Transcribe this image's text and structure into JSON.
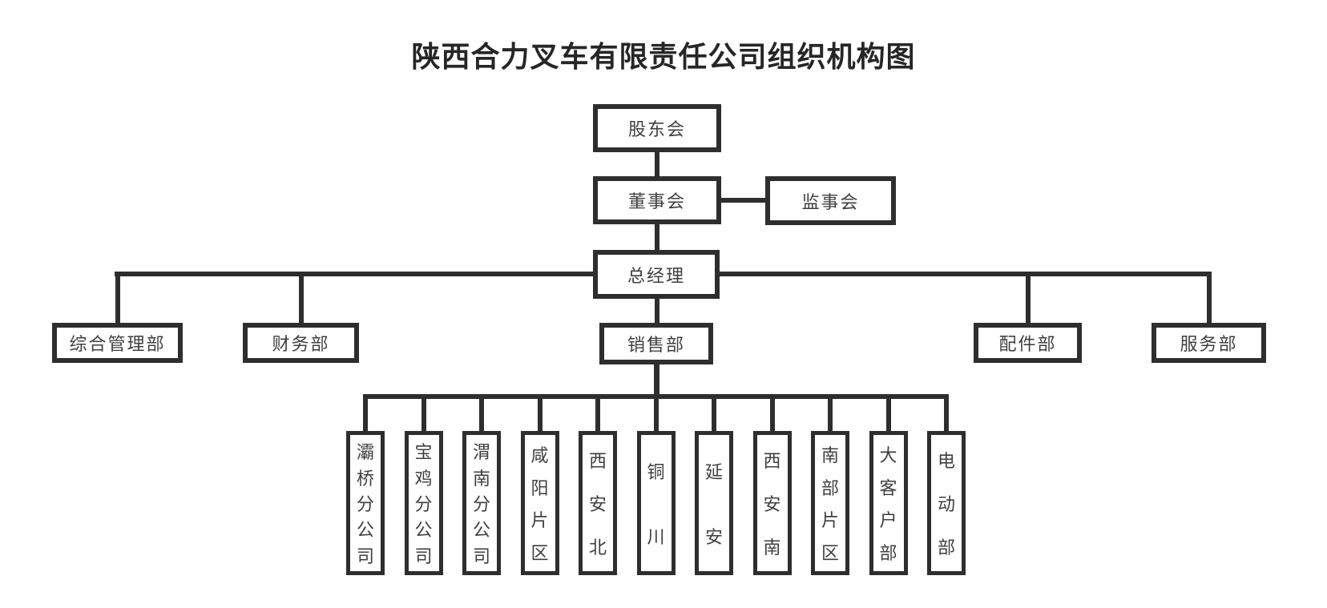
{
  "title": "陕西合力叉车有限责任公司组织机构图",
  "org": {
    "shareholders": {
      "label": "股东会"
    },
    "board": {
      "label": "董事会"
    },
    "supervisors": {
      "label": "监事会"
    },
    "general_manager": {
      "label": "总经理"
    },
    "departments": [
      {
        "id": "general-admin",
        "label": "综合管理部"
      },
      {
        "id": "finance",
        "label": "财务部"
      },
      {
        "id": "sales",
        "label": "销售部"
      },
      {
        "id": "parts",
        "label": "配件部"
      },
      {
        "id": "service",
        "label": "服务部"
      }
    ],
    "sales_units": [
      {
        "id": "baqiao-branch",
        "label": "灞桥分公司"
      },
      {
        "id": "baoji-branch",
        "label": "宝鸡分公司"
      },
      {
        "id": "weinan-branch",
        "label": "渭南分公司"
      },
      {
        "id": "xianyang-area",
        "label": "咸阳片区"
      },
      {
        "id": "xian-north",
        "label": "西安北"
      },
      {
        "id": "tongchuan",
        "label": "铜川"
      },
      {
        "id": "yanan",
        "label": "延安"
      },
      {
        "id": "xian-south",
        "label": "西安南"
      },
      {
        "id": "south-area",
        "label": "南部片区"
      },
      {
        "id": "key-accounts",
        "label": "大客户部"
      },
      {
        "id": "electric",
        "label": "电动部"
      }
    ]
  },
  "colors": {
    "line": "#2e2e2e",
    "text": "#3f3f3f",
    "title": "#262626",
    "bg": "#ffffff"
  }
}
